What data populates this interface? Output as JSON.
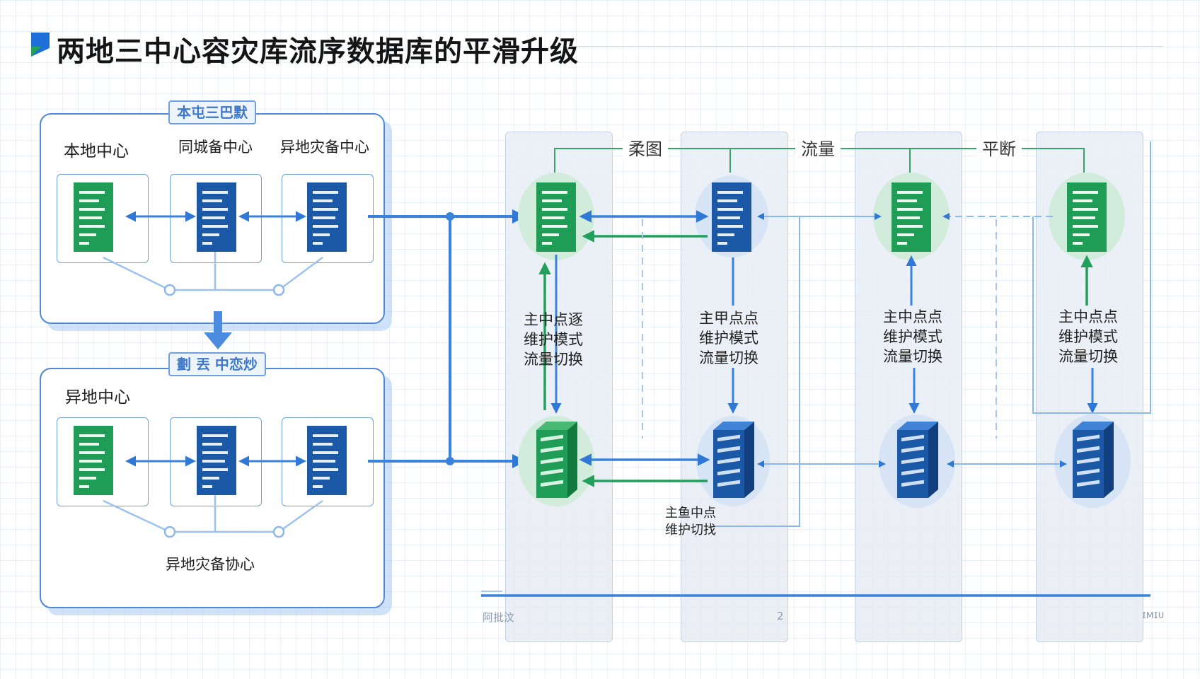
{
  "title": "两地三中心容灾库流序数据库的平滑升级",
  "colors": {
    "green": "#1f9c55",
    "green_light": "#d6efe0",
    "blue": "#1b58a6",
    "blue_light": "#dbe7f6",
    "line": "#3a82dc",
    "green_line": "#21a05b"
  },
  "top_panel": {
    "tag": "本屯三巴默",
    "labels": [
      "本地中心",
      "同城备中心",
      "异地灾备中心"
    ]
  },
  "bottom_panel": {
    "tag": "劃 丟 中恋炒",
    "label": "异地中心",
    "bottom_label": "异地灾备协心"
  },
  "stage_heads": [
    "柔图",
    "流量",
    "平断"
  ],
  "stage_texts": [
    [
      "主中点逐",
      "维护模式",
      "流量切换"
    ],
    [
      "主甲点点",
      "维护模式",
      "流量切换"
    ],
    [
      "主中点点",
      "维护模式",
      "流量切换"
    ],
    [
      "主中点点",
      "维护模式",
      "流量切换"
    ]
  ],
  "bottom_note": [
    "主鱼中点",
    "维护切找"
  ],
  "axis_labels": [
    "阿批汶",
    "2",
    "ɪᴍɪᴜ"
  ],
  "icons": [
    "title-flag-icon",
    "server-icon",
    "server-tower-icon",
    "arrow-down-icon"
  ]
}
